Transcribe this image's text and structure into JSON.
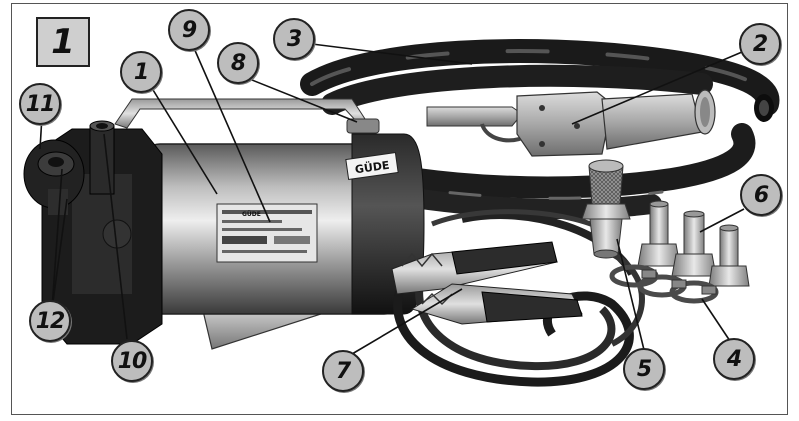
{
  "figure": {
    "label": "1"
  },
  "brand": {
    "label": "GÜDE"
  },
  "plate": {
    "brand": "GÜDE"
  },
  "callouts": [
    {
      "id": "1",
      "label": "1"
    },
    {
      "id": "2",
      "label": "2"
    },
    {
      "id": "3",
      "label": "3"
    },
    {
      "id": "4",
      "label": "4"
    },
    {
      "id": "5",
      "label": "5"
    },
    {
      "id": "6",
      "label": "6"
    },
    {
      "id": "7",
      "label": "7"
    },
    {
      "id": "8",
      "label": "8"
    },
    {
      "id": "9",
      "label": "9"
    },
    {
      "id": "10",
      "label": "10"
    },
    {
      "id": "11",
      "label": "11"
    },
    {
      "id": "12",
      "label": "12"
    }
  ],
  "colors": {
    "callout_fill": "#bdbdbd",
    "ink": "#111111",
    "figure_box": "#cfcfcf"
  }
}
